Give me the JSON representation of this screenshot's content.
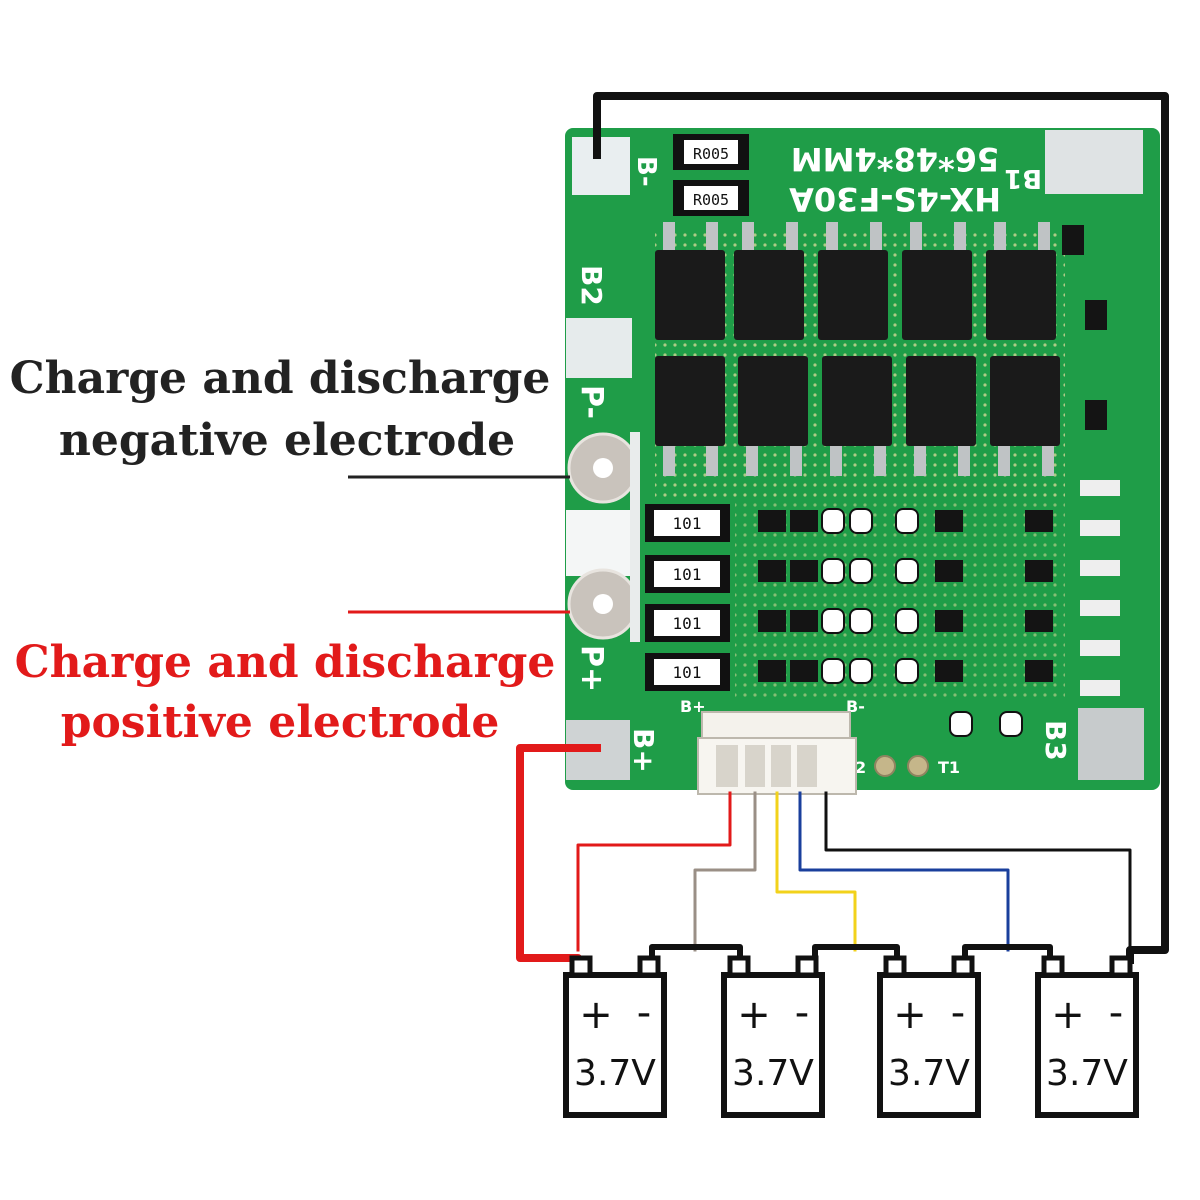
{
  "labels": {
    "negative": [
      "Charge and discharge",
      "negative electrode"
    ],
    "positive": [
      "Charge and discharge",
      "positive electrode"
    ]
  },
  "board": {
    "model": "HX-4S-F30A",
    "size": "56*48*4MM",
    "resistor": "R005",
    "balance_resistor": "101",
    "pads": {
      "b_minus": "B-",
      "b1": "B1",
      "b2": "B2",
      "b3": "B3",
      "p_minus": "P-",
      "p_plus": "P+",
      "b_plus": "B+",
      "conn_b_plus": "B+",
      "conn_b_minus": "B-",
      "t1": "T1",
      "t2": "2"
    }
  },
  "batteries": [
    {
      "plus": "+",
      "minus": "-",
      "voltage": "3.7V"
    },
    {
      "plus": "+",
      "minus": "-",
      "voltage": "3.7V"
    },
    {
      "plus": "+",
      "minus": "-",
      "voltage": "3.7V"
    },
    {
      "plus": "+",
      "minus": "-",
      "voltage": "3.7V"
    }
  ],
  "colors": {
    "pcb": "#1f9d48",
    "negative_label": "#222222",
    "positive_label": "#e21a1a",
    "wire_red": "#e21a1a",
    "wire_black": "#111111",
    "wire_gray": "#9a8f86",
    "wire_yellow": "#f2d21b",
    "wire_blue": "#1a3f9c"
  }
}
